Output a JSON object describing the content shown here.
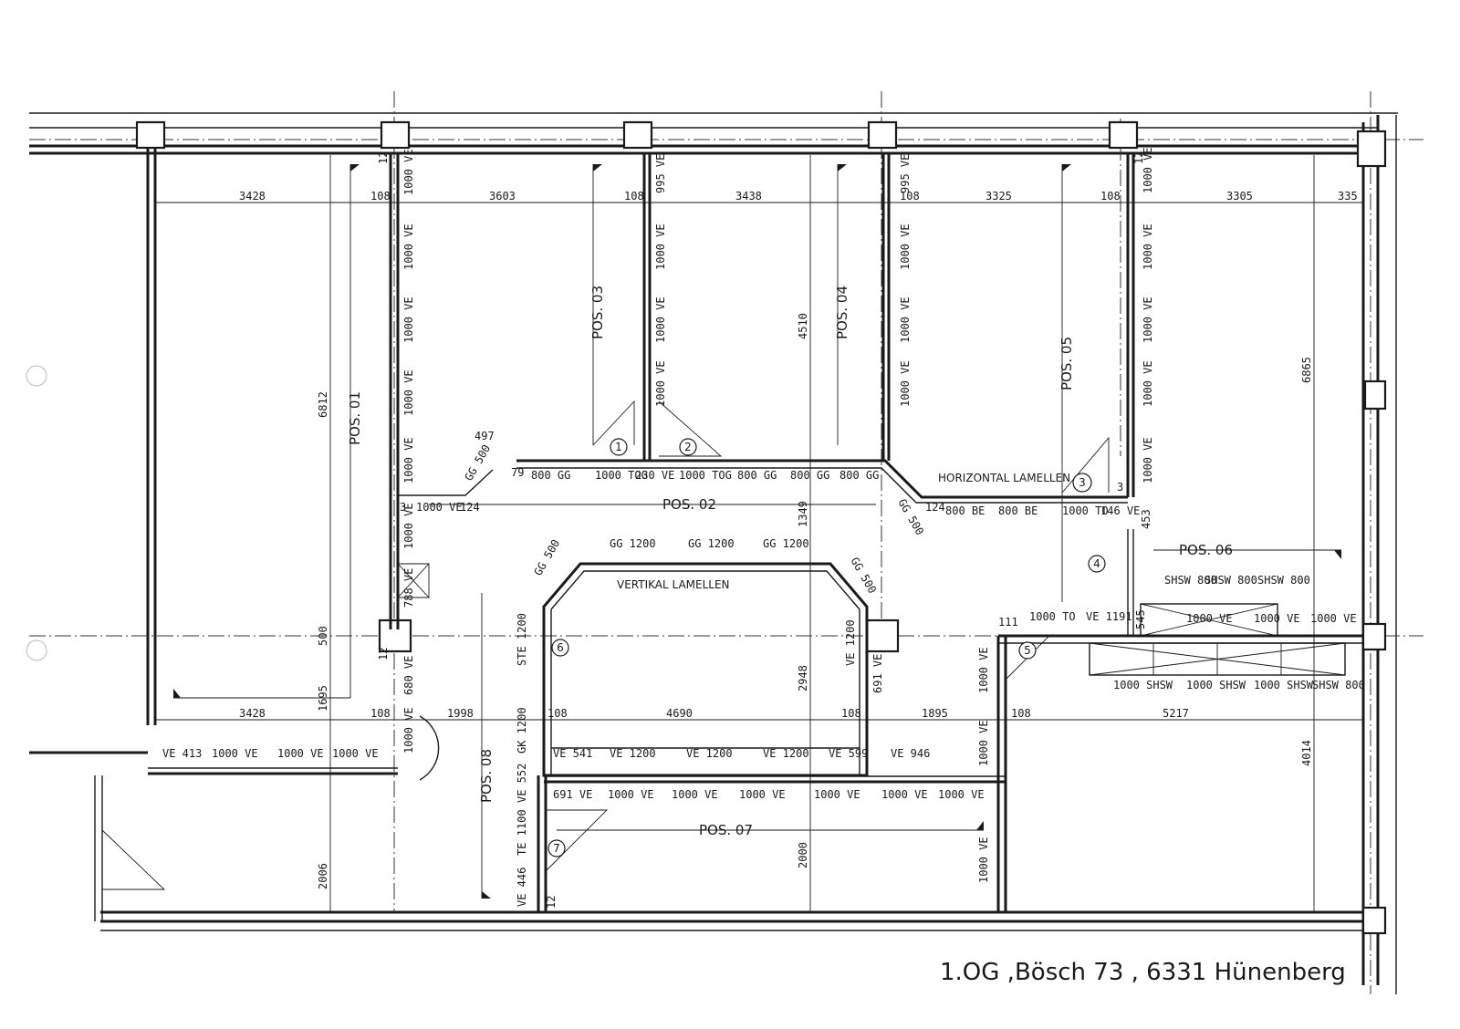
{
  "title": "1.OG ,Bösch 73 , 6331 Hünenberg",
  "positions": {
    "pos01": "POS. 01",
    "pos02": "POS. 02",
    "pos03": "POS. 03",
    "pos04": "POS. 04",
    "pos05": "POS. 05",
    "pos06": "POS. 06",
    "pos07": "POS. 07",
    "pos08": "POS. 08"
  },
  "labels": {
    "horizontal_lamellen": "HORIZONTAL LAMELLEN",
    "vertikal_lamellen": "VERTIKAL LAMELLEN"
  },
  "markers": [
    "1",
    "2",
    "3",
    "4",
    "5",
    "6",
    "7"
  ],
  "top_dims": {
    "d3428": "3428",
    "d108a": "108",
    "d3603": "3603",
    "d108b": "108",
    "d3438": "3438",
    "d108c": "108",
    "d3325": "3325",
    "d108d": "108",
    "d3305": "3305",
    "d335": "335"
  },
  "vertical_dims": {
    "d6812": "6812",
    "d4510": "4510",
    "d6865": "6865",
    "d1349": "1349",
    "d1695": "1695",
    "d500": "500",
    "d2006": "2006",
    "d2948": "2948",
    "d2000": "2000",
    "d4014": "4014",
    "d12a": "12",
    "d12b": "12",
    "d12c": "12",
    "d12d": "12"
  },
  "bottom_dims": {
    "d3428": "3428",
    "d108a": "108",
    "d1998": "1998",
    "d108b": "108",
    "d4690": "4690",
    "d108c": "108",
    "d1895": "1895",
    "d108d": "108",
    "d5217": "5217"
  },
  "panels": {
    "ve1000": "1000 VE",
    "ve995": "995 VE",
    "gg800": "800 GG",
    "tog1000": "1000 TOG",
    "ve230": "230 VE",
    "be800": "800 BE",
    "to1000": "1000 TO",
    "ve146": "146 VE",
    "gg1200": "GG 1200",
    "shsw800": "SHSW 800",
    "shsw1000": "1000 SHSW",
    "ste1200": "STE 1200",
    "gk1200": "GK 1200",
    "te1100": "TE 1100",
    "ve552": "VE 552",
    "ve446": "VE 446",
    "ve1200": "VE 1200",
    "ve541": "VE 541",
    "ve599": "VE 599",
    "ve946": "VE 946",
    "ve691": "691 VE",
    "ve413": "VE 413",
    "ve1191": "VE 1191",
    "ve680": "680 VE",
    "ve788": "788 VE",
    "gg500": "GG 500",
    "n124": "124",
    "n79": "79",
    "n3": "3",
    "n453": "453",
    "n545": "545",
    "n111": "111",
    "n497": "497",
    "n108": "108",
    "n12": "12"
  }
}
